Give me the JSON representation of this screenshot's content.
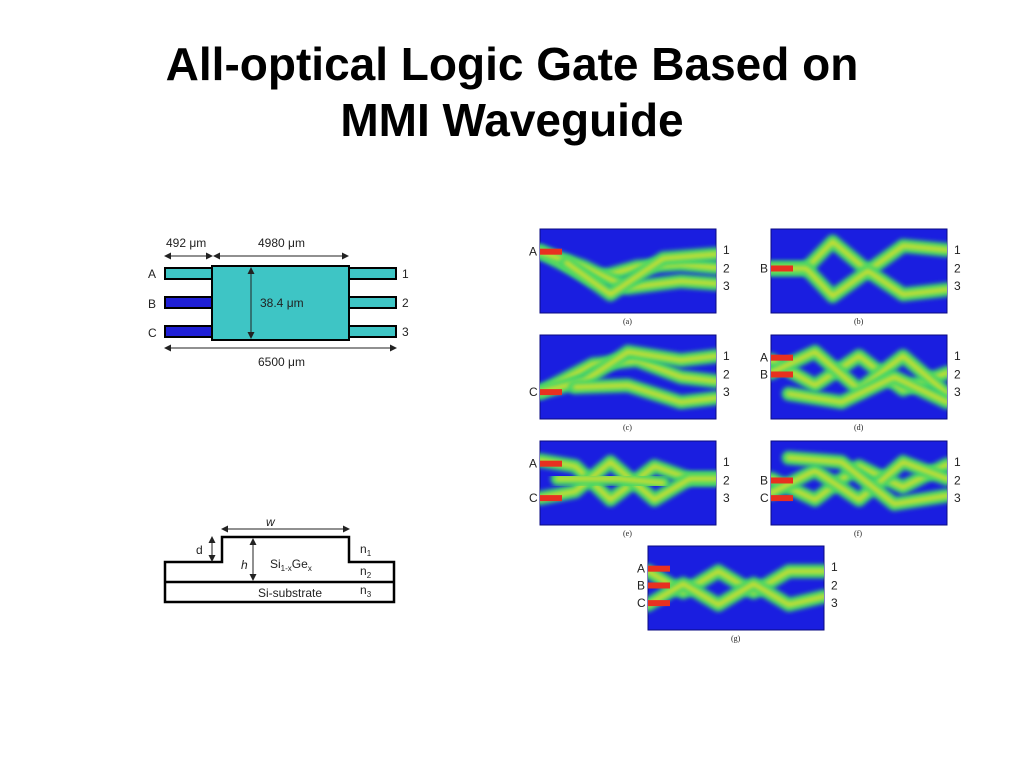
{
  "title": {
    "line1": "All-optical Logic Gate Based on",
    "line2": "MMI Waveguide"
  },
  "mmi_diagram": {
    "input_length": "492 μm",
    "mmi_length": "4980 μm",
    "mmi_width": "38.4 μm",
    "total_length": "6500 μm",
    "inputs": [
      "A",
      "B",
      "C"
    ],
    "outputs": [
      "1",
      "2",
      "3"
    ],
    "colors": {
      "waveguide": "#3ec5c5",
      "active_input": "#1f1fd6"
    }
  },
  "cross_section": {
    "w_label": "w",
    "d_label": "d",
    "h_label": "h",
    "core_label_base": "Si",
    "core_label_sub": "1-x",
    "core_label_mid": "Ge",
    "core_label_sub2": "x",
    "substrate_label": "Si-substrate",
    "n_labels": [
      {
        "base": "n",
        "sub": "1"
      },
      {
        "base": "n",
        "sub": "2"
      },
      {
        "base": "n",
        "sub": "3"
      }
    ]
  },
  "simulations": [
    {
      "caption": "(a)",
      "inputs": [
        "A",
        "",
        ""
      ],
      "outputs": [
        "1",
        "2",
        "3"
      ]
    },
    {
      "caption": "(b)",
      "inputs": [
        "",
        "B",
        ""
      ],
      "outputs": [
        "1",
        "2",
        "3"
      ]
    },
    {
      "caption": "(c)",
      "inputs": [
        "",
        "",
        "C"
      ],
      "outputs": [
        "1",
        "2",
        "3"
      ]
    },
    {
      "caption": "(d)",
      "inputs": [
        "A",
        "B",
        ""
      ],
      "outputs": [
        "1",
        "2",
        "3"
      ]
    },
    {
      "caption": "(e)",
      "inputs": [
        "A",
        "",
        "C"
      ],
      "outputs": [
        "1",
        "2",
        "3"
      ]
    },
    {
      "caption": "(f)",
      "inputs": [
        "",
        "B",
        "C"
      ],
      "outputs": [
        "1",
        "2",
        "3"
      ]
    },
    {
      "caption": "(g)",
      "inputs": [
        "A",
        "B",
        "C"
      ],
      "outputs": [
        "1",
        "2",
        "3"
      ]
    }
  ],
  "colors": {
    "field_background": "#1a1ee0",
    "field_mid": "#3fd66a",
    "field_high": "#f0e020",
    "field_peak": "#e83020"
  }
}
